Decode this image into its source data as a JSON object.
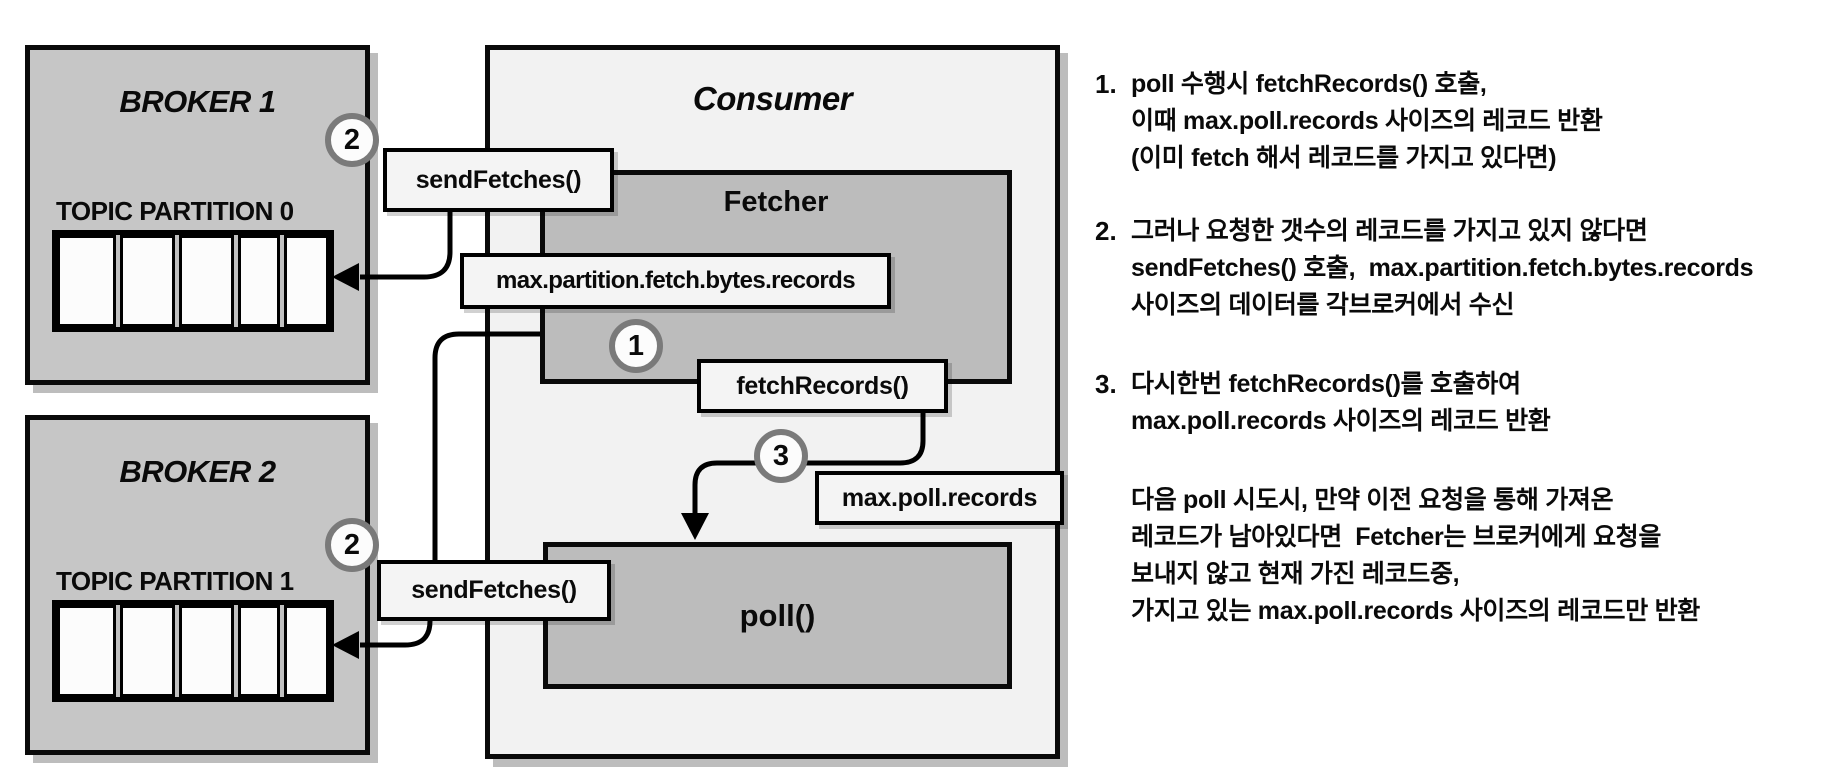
{
  "diagram": {
    "broker1": {
      "title": "BROKER 1",
      "partition_label": "TOPIC PARTITION 0",
      "cells": 5
    },
    "broker2": {
      "title": "BROKER 2",
      "partition_label": "TOPIC PARTITION 1",
      "cells": 5
    },
    "consumer": {
      "title": "Consumer",
      "fetcher_label": "Fetcher",
      "poll_label": "poll()"
    },
    "labels": {
      "send_fetches_top": "sendFetches()",
      "send_fetches_bottom": "sendFetches()",
      "max_partition": "max.partition.fetch.bytes.records",
      "fetch_records": "fetchRecords()",
      "max_poll": "max.poll.records"
    },
    "steps": {
      "one": "1",
      "two_top": "2",
      "two_bottom": "2",
      "three": "3"
    },
    "colors": {
      "broker_fill": "#c6c6c6",
      "consumer_fill": "#f2f2f2",
      "inner_box_fill": "#bcbcbc",
      "label_fill": "#f4f4f4",
      "line": "#000000",
      "circle_ring": "#7a7a7a",
      "shadow": "#bdbdbd"
    }
  },
  "notes": {
    "items": [
      {
        "marker": "1.",
        "lines": [
          "poll 수행시 fetchRecords() 호출,",
          "이때 max.poll.records 사이즈의 레코드 반환",
          "(이미 fetch 해서 레코드를 가지고 있다면)"
        ]
      },
      {
        "marker": "2.",
        "lines": [
          "그러나 요청한 갯수의 레코드를 가지고 있지 않다면",
          "sendFetches() 호출,  max.partition.fetch.bytes.records",
          "사이즈의 데이터를 각브로커에서 수신"
        ]
      },
      {
        "marker": "3.",
        "lines": [
          "다시한번 fetchRecords()를 호출하여",
          "max.poll.records 사이즈의 레코드 반환"
        ]
      },
      {
        "marker": "",
        "lines": [
          "다음 poll 시도시, 만약 이전 요청을 통해 가져온",
          "레코드가 남아있다면  Fetcher는 브로커에게 요청을",
          "보내지 않고 현재 가진 레코드중,",
          "가지고 있는 max.poll.records 사이즈의 레코드만 반환"
        ]
      }
    ]
  }
}
